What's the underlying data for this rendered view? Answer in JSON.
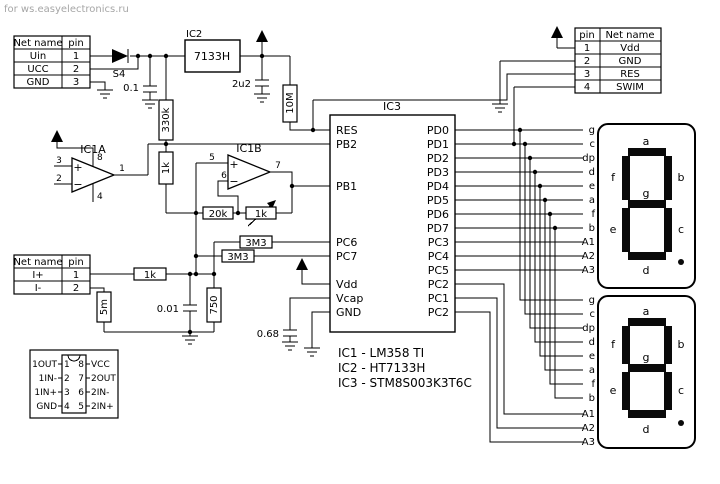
{
  "watermark": "for ws.easyelectronics.ru",
  "tables": {
    "input": {
      "h1": "Net name",
      "h2": "pin",
      "rows": [
        [
          "Uin",
          "1"
        ],
        [
          "UCC",
          "2"
        ],
        [
          "GND",
          "3"
        ]
      ]
    },
    "sense": {
      "h1": "Net name",
      "h2": "pin",
      "rows": [
        [
          "I+",
          "1"
        ],
        [
          "I-",
          "2"
        ]
      ]
    },
    "swim": {
      "h1": "pin",
      "h2": "Net name",
      "rows": [
        [
          "1",
          "Vdd"
        ],
        [
          "2",
          "GND"
        ],
        [
          "3",
          "RES"
        ],
        [
          "4",
          "SWIM"
        ]
      ]
    }
  },
  "ic1a": {
    "name": "IC1A",
    "pin_plus": "3",
    "pin_minus": "2",
    "pin_out": "1",
    "pin_vcc": "8",
    "pin_gnd": "4"
  },
  "ic1b": {
    "name": "IC1B",
    "pin_plus": "5",
    "pin_minus": "6",
    "pin_out": "7"
  },
  "ic2": {
    "name": "IC2",
    "value": "7133H"
  },
  "ic3": {
    "name": "IC3",
    "left_pins": [
      "RES",
      "PB2",
      "PB1",
      "PC6",
      "PC7",
      "Vdd",
      "Vcap",
      "GND"
    ],
    "right_pins": [
      "PD0",
      "PD1",
      "PD2",
      "PD3",
      "PD4",
      "PD5",
      "PD6",
      "PD7",
      "PC3",
      "PC4",
      "PC5",
      "PC2",
      "PC1",
      "PC2"
    ]
  },
  "values": {
    "d1": "S4",
    "r330k": "330k",
    "r10m": "10M",
    "r1k_fb": "1k",
    "r20k": "20k",
    "pot1k": "1k",
    "r3m3a": "3M3",
    "r3m3b": "3M3",
    "r1k_in": "1k",
    "r5m": "5m",
    "r750": "750",
    "c1": "0.1",
    "c2": "2u2",
    "c3": "0.01",
    "c4": "0.68"
  },
  "symbols": {
    "plus": "+",
    "minus": "−"
  },
  "display": {
    "wires": [
      "g",
      "c",
      "dp",
      "d",
      "e",
      "a",
      "f",
      "b"
    ],
    "addr": [
      "A1",
      "A2",
      "A3"
    ],
    "segs": {
      "a": "a",
      "b": "b",
      "c": "c",
      "d": "d",
      "e": "e",
      "f": "f",
      "g": "g"
    }
  },
  "dip": {
    "left": [
      "1OUT",
      "1IN-",
      "1IN+",
      "GND"
    ],
    "lnum": [
      "1",
      "2",
      "3",
      "4"
    ],
    "rnum": [
      "8",
      "7",
      "6",
      "5"
    ],
    "right": [
      "VCC",
      "2OUT",
      "2IN-",
      "2IN+"
    ]
  },
  "legend": [
    "IC1 - LM358 TI",
    "IC2 - HT7133H",
    "IC3 - STM8S003K3T6C"
  ]
}
